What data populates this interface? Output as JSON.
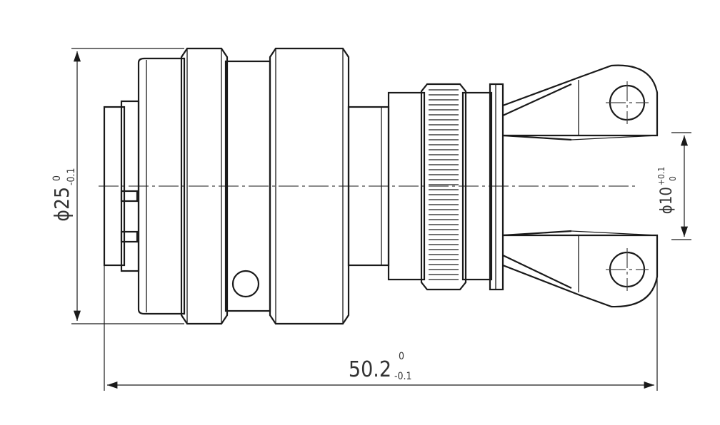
{
  "dimensions": {
    "diameter_body": {
      "nominal": "ϕ25",
      "upper_tol": "0",
      "lower_tol": "-0.1"
    },
    "diameter_cable": {
      "nominal": "ϕ10",
      "upper_tol": "+0.1",
      "lower_tol": "0"
    },
    "overall_length": {
      "nominal": "50.2",
      "upper_tol": "0",
      "lower_tol": "-0.1"
    }
  },
  "colors": {
    "line": "#1a1a1a",
    "background": "#ffffff"
  }
}
